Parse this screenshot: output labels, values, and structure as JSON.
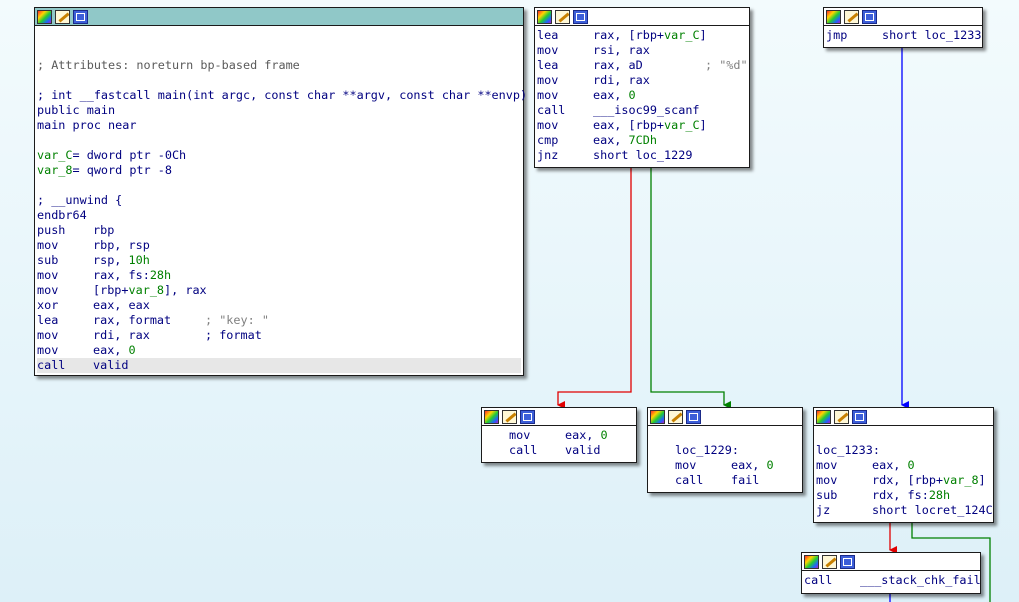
{
  "colors": {
    "background_top": "#f3fbfd",
    "background_bottom": "#ddf0f8",
    "edge_true": "#008000",
    "edge_false": "#e00000",
    "edge_jump": "#0000ff",
    "selected_titlebar": "#90c8c8"
  },
  "node_main": {
    "blank": "",
    "attributes": "; Attributes: noreturn bp-based frame",
    "prototype": "; int __fastcall main(int argc, const char **argv, const char **envp)",
    "public": "public main",
    "proc": "main proc near",
    "var_c_name": "var_C",
    "var_c_rest": "= dword ptr -0Ch",
    "var_8_name": "var_8",
    "var_8_rest": "= qword ptr -8",
    "unwind": "; __unwind {",
    "endbr": "endbr64",
    "push_m": "push",
    "push_o": "rbp",
    "mov1_m": "mov",
    "mov1_o": "rbp, rsp",
    "sub_m": "sub",
    "sub_o1": "rsp, ",
    "sub_o2": "10h",
    "mov2_m": "mov",
    "mov2_o1": "rax, fs:",
    "mov2_o2": "28h",
    "mov3_m": "mov",
    "mov3_o1": "[rbp+",
    "mov3_o2": "var_8",
    "mov3_o3": "], rax",
    "xor_m": "xor",
    "xor_o": "eax, eax",
    "lea_m": "lea",
    "lea_o": "rax, format",
    "lea_c": "; \"key: \"",
    "mov4_m": "mov",
    "mov4_o": "rdi, rax",
    "mov4_c": "; format",
    "mov5_m": "mov",
    "mov5_o1": "eax, ",
    "mov5_o2": "0",
    "call_m": "call",
    "call_o": "valid"
  },
  "node_scanf": {
    "l1_m": "lea",
    "l1_o1": "rax, [rbp+",
    "l1_o2": "var_C",
    "l1_o3": "]",
    "l2_m": "mov",
    "l2_o": "rsi, rax",
    "l3_m": "lea",
    "l3_o": "rax, aD",
    "l3_c": "; \"%d\"",
    "l4_m": "mov",
    "l4_o": "rdi, rax",
    "l5_m": "mov",
    "l5_o1": "eax, ",
    "l5_o2": "0",
    "l6_m": "call",
    "l6_o": "___isoc99_scanf",
    "l7_m": "mov",
    "l7_o1": "eax, [rbp+",
    "l7_o2": "var_C",
    "l7_o3": "]",
    "l8_m": "cmp",
    "l8_o1": "eax, ",
    "l8_o2": "7CDh",
    "l9_m": "jnz",
    "l9_o": "short loc_1229"
  },
  "node_jmp": {
    "m": "jmp",
    "o": "short loc_1233"
  },
  "node_valid": {
    "l1_m": "mov",
    "l1_o1": "eax, ",
    "l1_o2": "0",
    "l2_m": "call",
    "l2_o": "valid"
  },
  "node_fail": {
    "label": "loc_1229:",
    "l1_m": "mov",
    "l1_o1": "eax, ",
    "l1_o2": "0",
    "l2_m": "call",
    "l2_o": "fail"
  },
  "node_1233": {
    "label": "loc_1233:",
    "l1_m": "mov",
    "l1_o1": "eax, ",
    "l1_o2": "0",
    "l2_m": "mov",
    "l2_o1": "rdx, [rbp+",
    "l2_o2": "var_8",
    "l2_o3": "]",
    "l3_m": "sub",
    "l3_o1": "rdx, fs:",
    "l3_o2": "28h",
    "l4_m": "jz",
    "l4_o": "short locret_124C"
  },
  "node_chk": {
    "m": "call",
    "o": "___stack_chk_fail"
  }
}
